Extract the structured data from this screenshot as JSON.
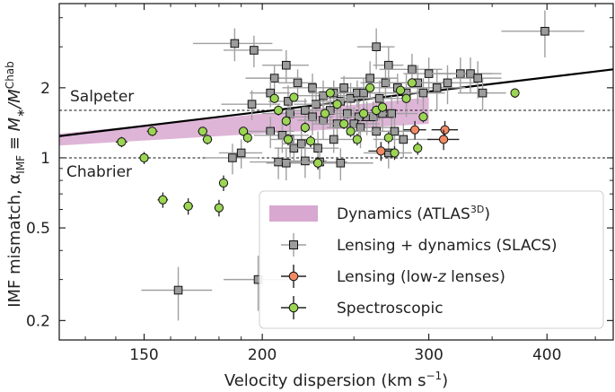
{
  "chart_data": {
    "type": "scatter",
    "xlabel": "Velocity dispersion (km s⁻¹)",
    "ylabel": "IMF mismatch, α_IMF ≡ M∗/M∗^Chab",
    "xscale": "log",
    "yscale": "log",
    "xlim": [
      122,
      470
    ],
    "ylim": [
      0.165,
      4.6
    ],
    "xticks": [
      150,
      200,
      300,
      400
    ],
    "xtick_labels": [
      "150",
      "200",
      "300",
      "400"
    ],
    "yticks": [
      0.2,
      0.5,
      1,
      2
    ],
    "ytick_labels": [
      "0.2",
      "0.5",
      "1",
      "2"
    ],
    "legend_position": "lower-right",
    "reference_lines": [
      {
        "name": "Salpeter",
        "y": 1.6,
        "style": "dashed"
      },
      {
        "name": "Chabrier",
        "y": 1.0,
        "style": "dashed"
      }
    ],
    "fit_line": {
      "x": [
        122,
        470
      ],
      "y": [
        1.24,
        2.4
      ]
    },
    "band": {
      "name": "Dynamics (ATLAS3D)",
      "x": [
        122,
        300
      ],
      "lower": [
        1.13,
        1.4
      ],
      "upper": [
        1.27,
        1.82
      ],
      "color": "#d8a8d0"
    },
    "series": [
      {
        "name": "Lensing + dynamics (SLACS)",
        "marker": "square",
        "color": "#9c9c9c",
        "points": [
          [
            187,
            3.1,
            18,
            0.5
          ],
          [
            196,
            2.9,
            14,
            0.45
          ],
          [
            212,
            2.5,
            12,
            0.4
          ],
          [
            218,
            2.1,
            10,
            0.3
          ],
          [
            226,
            2.0,
            16,
            0.3
          ],
          [
            206,
            2.2,
            14,
            0.3
          ],
          [
            204,
            1.9,
            10,
            0.25
          ],
          [
            195,
            1.7,
            14,
            0.25
          ],
          [
            213,
            1.75,
            10,
            0.3
          ],
          [
            214,
            1.55,
            14,
            0.25
          ],
          [
            222,
            1.6,
            10,
            0.2
          ],
          [
            228,
            1.7,
            12,
            0.3
          ],
          [
            232,
            1.85,
            16,
            0.3
          ],
          [
            238,
            1.9,
            14,
            0.25
          ],
          [
            242,
            1.75,
            12,
            0.3
          ],
          [
            244,
            2.0,
            14,
            0.25
          ],
          [
            248,
            1.8,
            16,
            0.3
          ],
          [
            252,
            1.9,
            12,
            0.25
          ],
          [
            256,
            1.9,
            20,
            0.3
          ],
          [
            260,
            2.2,
            18,
            0.4
          ],
          [
            264,
            3.0,
            12,
            0.6
          ],
          [
            266,
            1.8,
            20,
            0.35
          ],
          [
            270,
            2.1,
            16,
            0.3
          ],
          [
            272,
            2.5,
            10,
            0.5
          ],
          [
            278,
            2.0,
            18,
            0.3
          ],
          [
            284,
            1.9,
            20,
            0.4
          ],
          [
            288,
            2.4,
            22,
            0.4
          ],
          [
            292,
            2.1,
            20,
            0.4
          ],
          [
            296,
            1.9,
            16,
            0.3
          ],
          [
            300,
            2.3,
            18,
            0.4
          ],
          [
            306,
            2.0,
            22,
            0.4
          ],
          [
            314,
            2.1,
            24,
            0.4
          ],
          [
            324,
            2.3,
            26,
            0.4
          ],
          [
            332,
            2.3,
            26,
            0.4
          ],
          [
            338,
            2.2,
            20,
            0.4
          ],
          [
            342,
            1.9,
            20,
            0.3
          ],
          [
            398,
            3.5,
            40,
            0.8
          ],
          [
            236,
            1.6,
            14,
            0.25
          ],
          [
            246,
            1.55,
            16,
            0.3
          ],
          [
            253,
            1.5,
            12,
            0.25
          ],
          [
            258,
            1.5,
            16,
            0.25
          ],
          [
            262,
            1.5,
            12,
            0.25
          ],
          [
            268,
            1.55,
            14,
            0.25
          ],
          [
            274,
            1.55,
            18,
            0.3
          ],
          [
            226,
            1.5,
            12,
            0.25
          ],
          [
            232,
            1.45,
            14,
            0.25
          ],
          [
            240,
            1.4,
            14,
            0.25
          ],
          [
            250,
            1.4,
            16,
            0.25
          ],
          [
            254,
            1.35,
            20,
            0.25
          ],
          [
            264,
            1.3,
            18,
            0.2
          ],
          [
            276,
            1.3,
            16,
            0.2
          ],
          [
            282,
            1.2,
            20,
            0.2
          ],
          [
            204,
            1.3,
            12,
            0.2
          ],
          [
            210,
            1.25,
            14,
            0.2
          ],
          [
            214,
            1.2,
            10,
            0.2
          ],
          [
            216,
            1.1,
            10,
            0.15
          ],
          [
            220,
            1.15,
            10,
            0.2
          ],
          [
            229,
            1.1,
            12,
            0.2
          ],
          [
            238,
            1.2,
            14,
            0.15
          ],
          [
            186,
            1.0,
            12,
            0.15
          ],
          [
            190,
            1.05,
            10,
            0.15
          ],
          [
            208,
            0.96,
            14,
            0.15
          ],
          [
            212,
            0.95,
            10,
            0.15
          ],
          [
            222,
            0.97,
            12,
            0.15
          ],
          [
            230,
            0.96,
            16,
            0.15
          ],
          [
            242,
            0.95,
            20,
            0.15
          ],
          [
            272,
            1.05,
            16,
            0.15
          ],
          [
            163,
            0.27,
            14,
            0.07
          ],
          [
            198,
            0.3,
            16,
            0.08
          ]
        ]
      },
      {
        "name": "Lensing (low-z lenses)",
        "marker": "circle",
        "color": "#f28a64",
        "points": [
          [
            267,
            1.07,
            8,
            0.1
          ],
          [
            290,
            1.32,
            8,
            0.12
          ],
          [
            312,
            1.32,
            10,
            0.12
          ],
          [
            311,
            1.2,
            12,
            0.12
          ]
        ]
      },
      {
        "name": "Spectroscopic",
        "marker": "circle",
        "color": "#9bd553",
        "points": [
          [
            142,
            1.17,
            2,
            0.06
          ],
          [
            150,
            1.0,
            2,
            0.06
          ],
          [
            153,
            1.3,
            2,
            0.06
          ],
          [
            157,
            0.66,
            2,
            0.05
          ],
          [
            167,
            0.62,
            2,
            0.05
          ],
          [
            173,
            1.3,
            2,
            0.06
          ],
          [
            175,
            1.2,
            2,
            0.06
          ],
          [
            180,
            0.61,
            2,
            0.05
          ],
          [
            182,
            0.78,
            2,
            0.06
          ],
          [
            191,
            1.3,
            2,
            0.06
          ],
          [
            193,
            1.22,
            2,
            0.06
          ],
          [
            206,
            1.8,
            2,
            0.08
          ],
          [
            208,
            1.6,
            2,
            0.08
          ],
          [
            212,
            1.44,
            2,
            0.07
          ],
          [
            213,
            1.2,
            2,
            0.07
          ],
          [
            216,
            1.82,
            2,
            0.08
          ],
          [
            222,
            1.35,
            2,
            0.07
          ],
          [
            225,
            1.18,
            2,
            0.07
          ],
          [
            229,
            0.95,
            2,
            0.06
          ],
          [
            233,
            1.55,
            2,
            0.07
          ],
          [
            236,
            1.9,
            2,
            0.08
          ],
          [
            240,
            1.7,
            2,
            0.08
          ],
          [
            244,
            1.4,
            2,
            0.07
          ],
          [
            248,
            1.3,
            2,
            0.07
          ],
          [
            252,
            1.2,
            2,
            0.07
          ],
          [
            256,
            1.55,
            2,
            0.08
          ],
          [
            260,
            2.0,
            2,
            0.08
          ],
          [
            264,
            1.6,
            2,
            0.08
          ],
          [
            268,
            1.65,
            2,
            0.08
          ],
          [
            272,
            1.22,
            2,
            0.07
          ],
          [
            276,
            1.05,
            2,
            0.07
          ],
          [
            280,
            1.95,
            2,
            0.08
          ],
          [
            284,
            1.8,
            2,
            0.08
          ],
          [
            288,
            2.1,
            2,
            0.09
          ],
          [
            292,
            1.1,
            2,
            0.07
          ],
          [
            296,
            1.5,
            2,
            0.08
          ],
          [
            370,
            1.9,
            2,
            0.09
          ]
        ]
      }
    ],
    "annotations": [
      "Salpeter",
      "Chabrier"
    ]
  },
  "legend": {
    "items": [
      {
        "label": "Dynamics (ATLAS",
        "sup": "3D",
        "suffix": ")",
        "kind": "band",
        "color": "#d8a8d0"
      },
      {
        "label": "Lensing + dynamics (SLACS)",
        "kind": "square",
        "color": "#9c9c9c"
      },
      {
        "label": "Lensing (low-",
        "italic": "z",
        "suffix": " lenses)",
        "kind": "circle-err",
        "color": "#f28a64"
      },
      {
        "label": "Spectroscopic",
        "kind": "circle-err",
        "color": "#9bd553"
      }
    ]
  },
  "axis_text": {
    "xlabel": "Velocity dispersion (km s",
    "xlabel_sup": "−1",
    "xlabel_end": ")",
    "ylabel_a": "IMF mismatch, α",
    "ylabel_sub": "IMF",
    "ylabel_b": " ≡ M",
    "ylabel_star": "∗",
    "ylabel_c": "/M",
    "ylabel_sup": "Chab"
  }
}
